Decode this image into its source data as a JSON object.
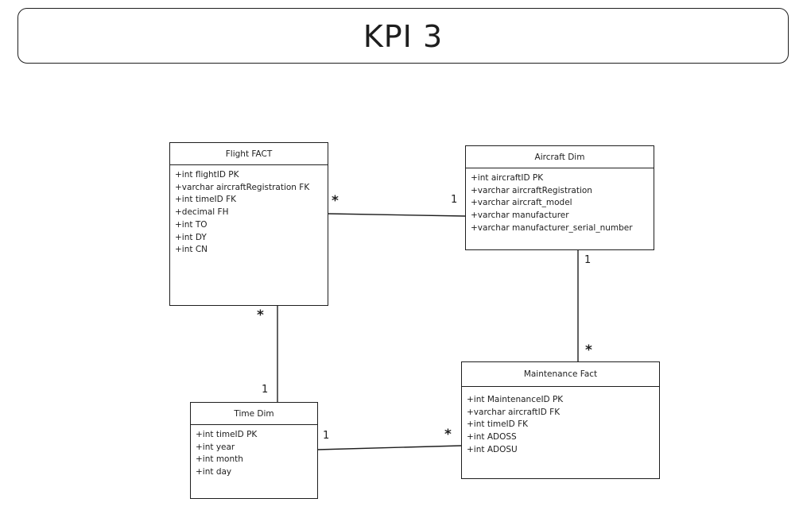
{
  "title": "KPI 3",
  "entities": {
    "flight_fact": {
      "name": "Flight FACT",
      "attributes": [
        "+int flightID PK",
        "+varchar aircraftRegistration FK",
        "+int timeID FK",
        "+decimal FH",
        "+int TO",
        "+int DY",
        "+int CN"
      ]
    },
    "aircraft_dim": {
      "name": "Aircraft Dim",
      "attributes": [
        "+int aircraftID PK",
        "+varchar aircraftRegistration",
        "+varchar aircraft_model",
        "+varchar manufacturer",
        "+varchar manufacturer_serial_number"
      ]
    },
    "maintenance_fact": {
      "name": "Maintenance Fact",
      "attributes": [
        "+int MaintenanceID PK",
        "+varchar aircraftID FK",
        "+int timeID FK",
        "+int ADOSS",
        "+int ADOSU"
      ]
    },
    "time_dim": {
      "name": "Time Dim",
      "attributes": [
        "+int timeID PK",
        "+int year",
        "+int month",
        "+int day"
      ]
    }
  },
  "relationships": {
    "flight_aircraft": {
      "from": "Flight FACT",
      "to": "Aircraft Dim",
      "from_mult": "*",
      "to_mult": "1"
    },
    "aircraft_maintenance": {
      "from": "Aircraft Dim",
      "to": "Maintenance Fact",
      "from_mult": "1",
      "to_mult": "*"
    },
    "flight_time": {
      "from": "Flight FACT",
      "to": "Time Dim",
      "from_mult": "*",
      "to_mult": "1"
    },
    "time_maintenance": {
      "from": "Time Dim",
      "to": "Maintenance Fact",
      "from_mult": "1",
      "to_mult": "*"
    }
  }
}
